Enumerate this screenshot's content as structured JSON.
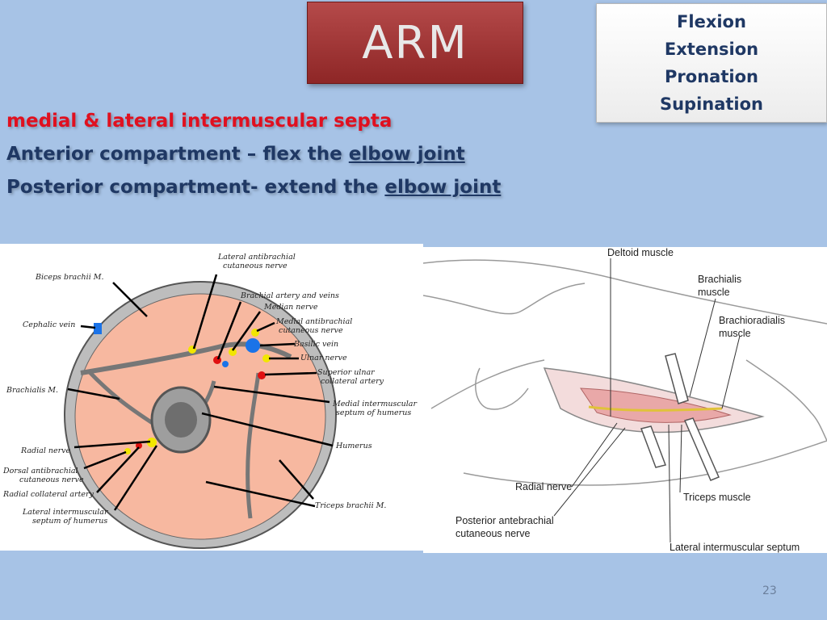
{
  "slide": {
    "title": "ARM",
    "page_number": "23"
  },
  "movements": [
    "Flexion",
    "Extension",
    "Pronation",
    "Supination"
  ],
  "text": {
    "line1": "medial & lateral intermuscular septa",
    "line2_prefix": "Anterior compartment – flex the ",
    "line2_link": "elbow joint",
    "line3_prefix": "Posterior compartment- extend the ",
    "line3_link": "elbow joint"
  },
  "cross_section_labels": {
    "lat_antebrachial_1": "Lateral antibrachial",
    "lat_antebrachial_2": "cutaneous nerve",
    "biceps": "Biceps brachii M.",
    "brachial_artery": "Brachial artery and veins",
    "median_nerve": "Median nerve",
    "cephalic_vein": "Cephalic vein",
    "med_antebrachial_1": "Medial antibrachial",
    "med_antebrachial_2": "cutaneous nerve",
    "basilic_vein": "Basilic vein",
    "ulnar_nerve": "Ulnar nerve",
    "sup_ulnar_1": "Superior ulnar",
    "sup_ulnar_2": "collateral artery",
    "brachialis": "Brachialis M.",
    "medial_septum_1": "Medial intermuscular",
    "medial_septum_2": "septum of humerus",
    "humerus": "Humerus",
    "radial_nerve": "Radial nerve",
    "dorsal_antebrachial_1": "Dorsal antibrachial",
    "dorsal_antebrachial_2": "cutaneous nerve",
    "radial_collateral": "Radial collateral artery",
    "lateral_septum_1": "Lateral intermuscular",
    "lateral_septum_2": "septum of humerus",
    "triceps": "Triceps brachii M."
  },
  "dissection_labels": {
    "deltoid": "Deltoid muscle",
    "brachialis_1": "Brachialis",
    "brachialis_2": "muscle",
    "brachioradialis_1": "Brachioradialis",
    "brachioradialis_2": "muscle",
    "radial_nerve": "Radial nerve",
    "triceps": "Triceps muscle",
    "post_antebrachial_1": "Posterior antebrachial",
    "post_antebrachial_2": "cutaneous nerve",
    "lateral_septum": "Lateral intermuscular septum"
  },
  "colors": {
    "background": "#a7c3e6",
    "title_box": "#9b2f2f",
    "heading_red": "#e0101f",
    "heading_navy": "#1f3864",
    "muscle": "#f7b8a0",
    "vein": "#1a73e8",
    "nerve": "#f2e600",
    "artery": "#e01010"
  }
}
